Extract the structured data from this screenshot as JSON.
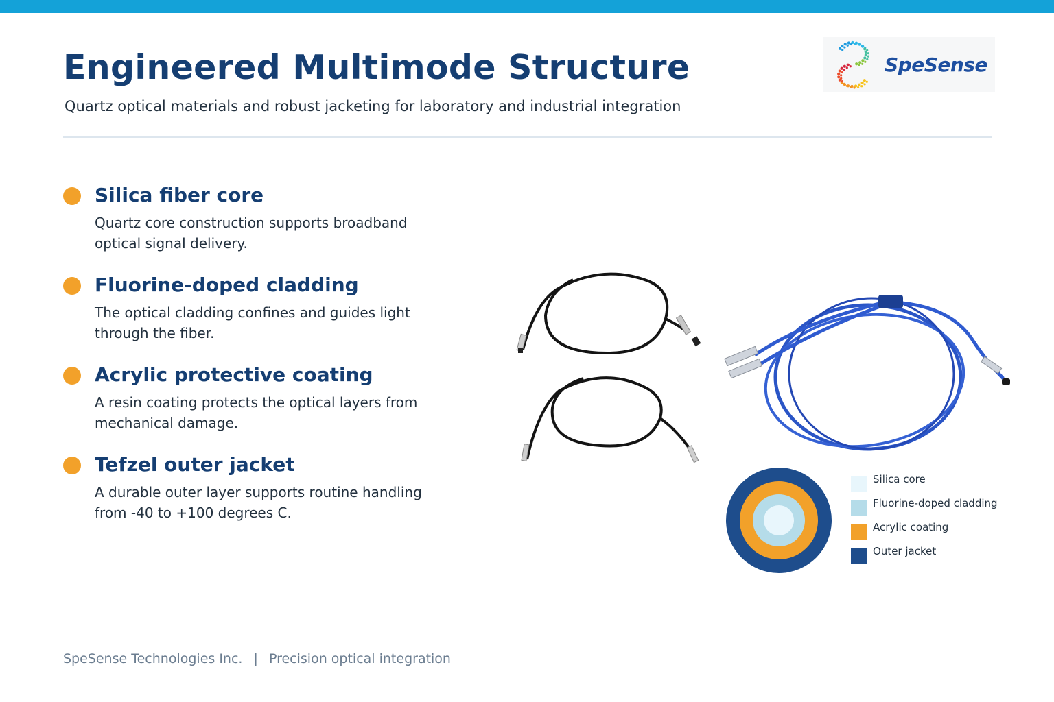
{
  "header": {
    "title": "Engineered Multimode Structure",
    "subtitle": "Quartz optical materials and robust jacketing for laboratory and industrial integration",
    "accent_color": "#14a2d8",
    "title_color": "#153e72"
  },
  "logo": {
    "wordmark": "SpeSense",
    "icon": "dotted-s-logo-icon"
  },
  "features": [
    {
      "title": "Silica fiber core",
      "text": "Quartz core construction supports broadband optical signal delivery.",
      "icon": "orange-bullet-icon"
    },
    {
      "title": "Fluorine-doped cladding",
      "text": "The optical cladding confines and guides light through the fiber.",
      "icon": "orange-bullet-icon"
    },
    {
      "title": "Acrylic protective coating",
      "text": "A resin coating protects the optical layers from mechanical damage.",
      "icon": "orange-bullet-icon"
    },
    {
      "title": "Tefzel outer jacket",
      "text": "A durable outer layer supports routine handling from -40 to +100 degrees C.",
      "icon": "orange-bullet-icon"
    }
  ],
  "legend": [
    {
      "label": "Silica core",
      "color": "#e8f6fc"
    },
    {
      "label": "Fluorine-doped cladding",
      "color": "#b5dce9"
    },
    {
      "label": "Acrylic coating",
      "color": "#f2a12a"
    },
    {
      "label": "Outer jacket",
      "color": "#1e4d8c"
    }
  ],
  "footer": {
    "company": "SpeSense Technologies Inc.",
    "separator": "|",
    "tagline": "Precision optical integration"
  }
}
